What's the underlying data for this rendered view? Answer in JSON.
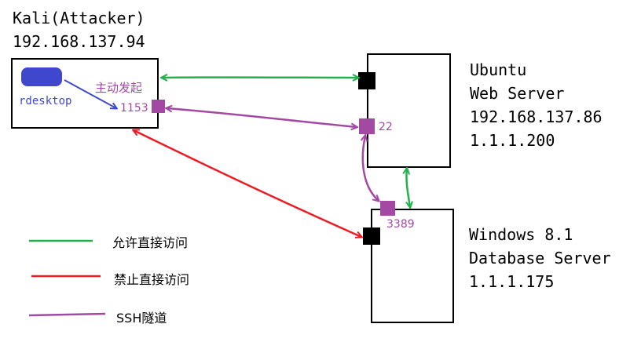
{
  "kali": {
    "name": "Kali(Attacker)",
    "ip": "192.168.137.94",
    "app_label": "rdesktop",
    "initiate_label": "主动发起",
    "port_label": "1153"
  },
  "ubuntu": {
    "line1": "Ubuntu",
    "line2": "Web Server",
    "line3": "192.168.137.86",
    "line4": "1.1.1.200",
    "port_label": "22"
  },
  "windows": {
    "line1": "Windows 8.1",
    "line2": "Database Server",
    "line3": "1.1.1.175",
    "port_label": "3389"
  },
  "legend": {
    "allowed": "允许直接访问",
    "forbidden": "禁止直接访问",
    "ssh_tunnel": "SSH隧道"
  },
  "colors": {
    "allowed": "#22b14c",
    "forbidden": "#ed1c24",
    "ssh_tunnel": "#a349a4",
    "app_blue": "#3f48cc"
  }
}
